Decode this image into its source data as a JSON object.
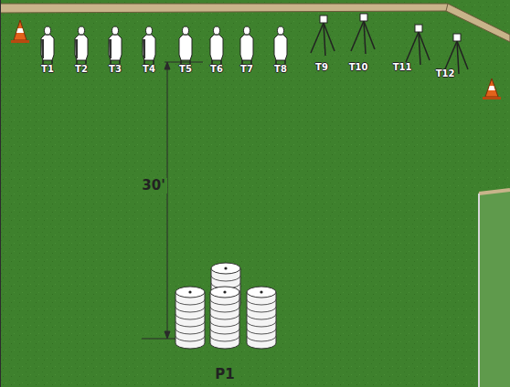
{
  "diagram": {
    "labels": [
      "T1",
      "T2",
      "T3",
      "T4",
      "T5",
      "T6",
      "T7",
      "T8",
      "T9",
      "T10",
      "T11",
      "T12",
      "30'",
      "P1"
    ]
  }
}
